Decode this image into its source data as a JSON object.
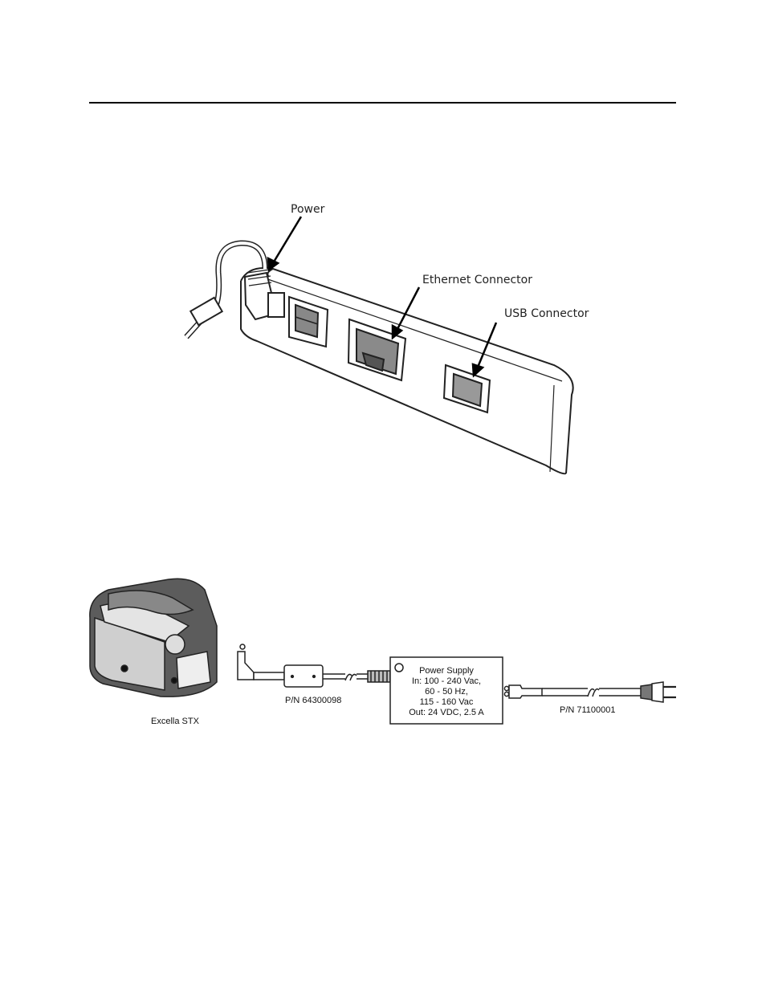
{
  "figure1": {
    "callouts": {
      "power": "Power",
      "ethernet": "Ethernet Connector",
      "usb": "USB Connector"
    }
  },
  "figure2": {
    "device_label": "Excella STX",
    "pn_dc_cable": "P/N 64300098",
    "pn_ac_cord": "P/N 71100001",
    "power_supply": {
      "lines": [
        "Power Supply",
        "In: 100 - 240 Vac,",
        "60 - 50 Hz,",
        "115 - 160 Vac",
        "Out: 24 VDC, 2.5 A"
      ]
    }
  }
}
